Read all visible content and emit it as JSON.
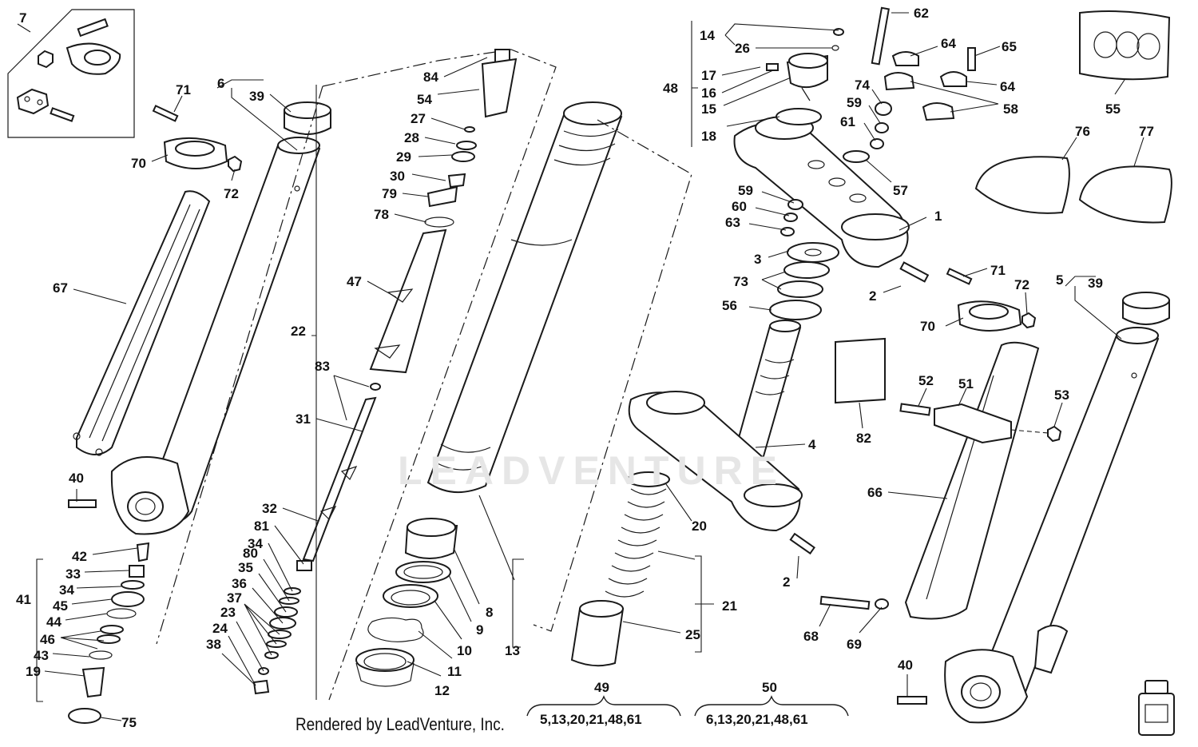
{
  "watermark": "LEADVENTURE",
  "credit": "Rendered by LeadVenture, Inc.",
  "callouts": [
    {
      "id": "c7",
      "text": "7"
    },
    {
      "id": "c71a",
      "text": "71"
    },
    {
      "id": "c6",
      "text": "6"
    },
    {
      "id": "c39a",
      "text": "39"
    },
    {
      "id": "c70a",
      "text": "70"
    },
    {
      "id": "c72a",
      "text": "72"
    },
    {
      "id": "c67",
      "text": "67"
    },
    {
      "id": "c40a",
      "text": "40"
    },
    {
      "id": "c42",
      "text": "42"
    },
    {
      "id": "c33",
      "text": "33"
    },
    {
      "id": "c34a",
      "text": "34"
    },
    {
      "id": "c41",
      "text": "41"
    },
    {
      "id": "c45",
      "text": "45"
    },
    {
      "id": "c44",
      "text": "44"
    },
    {
      "id": "c46",
      "text": "46"
    },
    {
      "id": "c43",
      "text": "43"
    },
    {
      "id": "c19",
      "text": "19"
    },
    {
      "id": "c75",
      "text": "75"
    },
    {
      "id": "c84",
      "text": "84"
    },
    {
      "id": "c54",
      "text": "54"
    },
    {
      "id": "c27",
      "text": "27"
    },
    {
      "id": "c28",
      "text": "28"
    },
    {
      "id": "c29",
      "text": "29"
    },
    {
      "id": "c30",
      "text": "30"
    },
    {
      "id": "c79",
      "text": "79"
    },
    {
      "id": "c78",
      "text": "78"
    },
    {
      "id": "c47",
      "text": "47"
    },
    {
      "id": "c22",
      "text": "22"
    },
    {
      "id": "c83",
      "text": "83"
    },
    {
      "id": "c31",
      "text": "31"
    },
    {
      "id": "c32",
      "text": "32"
    },
    {
      "id": "c81",
      "text": "81"
    },
    {
      "id": "c34b",
      "text": "34"
    },
    {
      "id": "c80",
      "text": "80"
    },
    {
      "id": "c35",
      "text": "35"
    },
    {
      "id": "c36",
      "text": "36"
    },
    {
      "id": "c37",
      "text": "37"
    },
    {
      "id": "c23",
      "text": "23"
    },
    {
      "id": "c24",
      "text": "24"
    },
    {
      "id": "c38",
      "text": "38"
    },
    {
      "id": "c8",
      "text": "8"
    },
    {
      "id": "c9",
      "text": "9"
    },
    {
      "id": "c10",
      "text": "10"
    },
    {
      "id": "c11",
      "text": "11"
    },
    {
      "id": "c12",
      "text": "12"
    },
    {
      "id": "c13",
      "text": "13"
    },
    {
      "id": "c14",
      "text": "14"
    },
    {
      "id": "c26",
      "text": "26"
    },
    {
      "id": "c17",
      "text": "17"
    },
    {
      "id": "c16",
      "text": "16"
    },
    {
      "id": "c48",
      "text": "48"
    },
    {
      "id": "c15",
      "text": "15"
    },
    {
      "id": "c18",
      "text": "18"
    },
    {
      "id": "c62",
      "text": "62"
    },
    {
      "id": "c64a",
      "text": "64"
    },
    {
      "id": "c65",
      "text": "65"
    },
    {
      "id": "c74",
      "text": "74"
    },
    {
      "id": "c64b",
      "text": "64"
    },
    {
      "id": "c59a",
      "text": "59"
    },
    {
      "id": "c58",
      "text": "58"
    },
    {
      "id": "c61",
      "text": "61"
    },
    {
      "id": "c57",
      "text": "57"
    },
    {
      "id": "c55",
      "text": "55"
    },
    {
      "id": "c76",
      "text": "76"
    },
    {
      "id": "c77",
      "text": "77"
    },
    {
      "id": "c59b",
      "text": "59"
    },
    {
      "id": "c60",
      "text": "60"
    },
    {
      "id": "c63",
      "text": "63"
    },
    {
      "id": "c1",
      "text": "1"
    },
    {
      "id": "c3",
      "text": "3"
    },
    {
      "id": "c73",
      "text": "73"
    },
    {
      "id": "c56",
      "text": "56"
    },
    {
      "id": "c2a",
      "text": "2"
    },
    {
      "id": "c71b",
      "text": "71"
    },
    {
      "id": "c72b",
      "text": "72"
    },
    {
      "id": "c5",
      "text": "5"
    },
    {
      "id": "c39b",
      "text": "39"
    },
    {
      "id": "c70b",
      "text": "70"
    },
    {
      "id": "c52",
      "text": "52"
    },
    {
      "id": "c51",
      "text": "51"
    },
    {
      "id": "c53",
      "text": "53"
    },
    {
      "id": "c82",
      "text": "82"
    },
    {
      "id": "c4",
      "text": "4"
    },
    {
      "id": "c66",
      "text": "66"
    },
    {
      "id": "c20",
      "text": "20"
    },
    {
      "id": "c2b",
      "text": "2"
    },
    {
      "id": "c21",
      "text": "21"
    },
    {
      "id": "c25",
      "text": "25"
    },
    {
      "id": "c68",
      "text": "68"
    },
    {
      "id": "c69",
      "text": "69"
    },
    {
      "id": "c40b",
      "text": "40"
    }
  ],
  "kits": [
    {
      "id": "k49",
      "number": "49",
      "contents": "5,13,20,21,48,61"
    },
    {
      "id": "k50",
      "number": "50",
      "contents": "6,13,20,21,48,61"
    }
  ]
}
